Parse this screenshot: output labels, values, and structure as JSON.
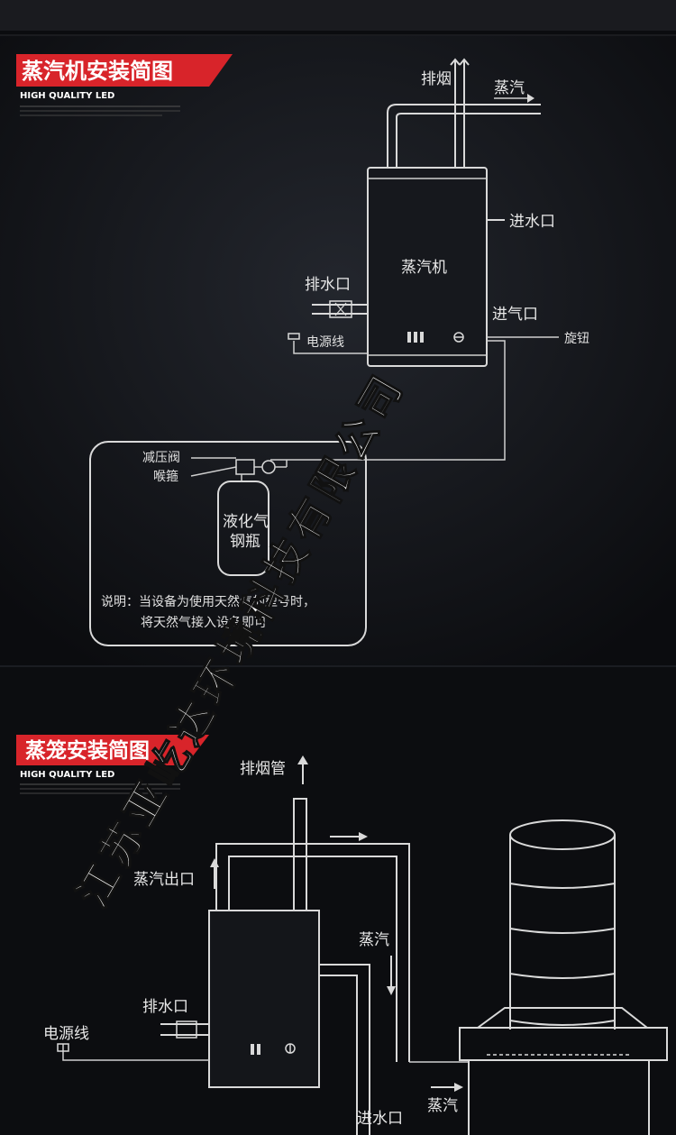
{
  "top_bar": {
    "color": "#1a1b1f"
  },
  "section1": {
    "title": "蒸汽机安装简图",
    "subtitle": "HIGH QUALITY LED",
    "labels": {
      "exhaust": "排烟",
      "steam": "蒸汽",
      "water_inlet": "进水口",
      "machine": "蒸汽机",
      "drain": "排水口",
      "gas_inlet": "进气口",
      "power_cord": "电源线",
      "knob": "旋钮",
      "pressure_valve": "减压阀",
      "throat": "喉箍",
      "cylinder_line1": "液化气",
      "cylinder_line2": "钢瓶",
      "note_line1": "说明：当设备为使用天然气的型号时，",
      "note_line2": "将天然气接入设备即可"
    }
  },
  "section2": {
    "title": "蒸笼安装简图",
    "subtitle": "HIGH QUALITY LED",
    "labels": {
      "chimney": "排烟管",
      "steam_outlet": "蒸汽出口",
      "steam_down": "蒸汽",
      "drain": "排水口",
      "power_cord": "电源线",
      "water_inlet": "进水口",
      "steam_right": "蒸汽"
    }
  },
  "watermark": "江苏亚屹达环境科技有限公司",
  "colors": {
    "accent_red": "#d8242a",
    "background": "#0b0c0f",
    "line": "#d9d9d9",
    "watermark": "#ffffff"
  }
}
